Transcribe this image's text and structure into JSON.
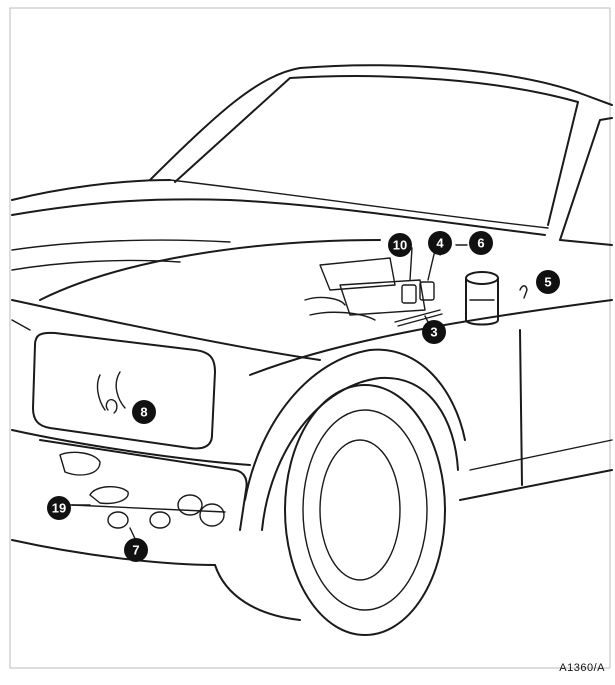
{
  "figure": {
    "reference": "A1360/A"
  },
  "callouts": [
    {
      "id": "callout-10",
      "label": "10"
    },
    {
      "id": "callout-4",
      "label": "4"
    },
    {
      "id": "callout-6",
      "label": "6"
    },
    {
      "id": "callout-5",
      "label": "5"
    },
    {
      "id": "callout-3",
      "label": "3"
    },
    {
      "id": "callout-8",
      "label": "8"
    },
    {
      "id": "callout-19",
      "label": "19"
    },
    {
      "id": "callout-7",
      "label": "7"
    }
  ],
  "colors": {
    "line": "#1a1a1a",
    "callout_fill": "#111111",
    "callout_text": "#ffffff",
    "background": "#ffffff"
  }
}
